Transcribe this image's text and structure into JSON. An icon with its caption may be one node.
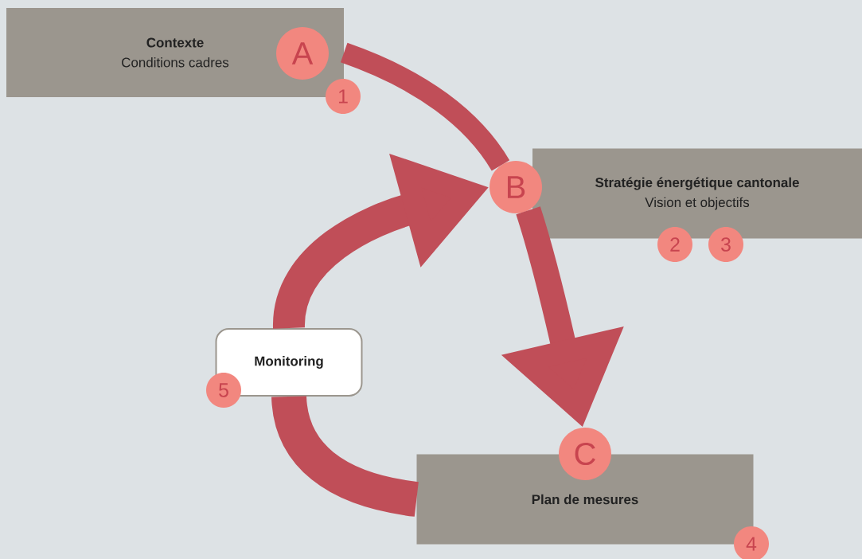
{
  "diagram": {
    "nodes": [
      {
        "text": [
          "Contexte",
          "Conditions cadres"
        ]
      },
      {
        "text": [
          "A"
        ],
        "in": 0
      },
      {
        "text": [
          "1"
        ]
      },
      {
        "text": [
          "Stratégie énergétique cantonale",
          "Vision et objectifs"
        ]
      },
      {
        "text": [
          "B"
        ]
      },
      {
        "text": [
          "2"
        ]
      },
      {
        "text": [
          "3"
        ]
      },
      {
        "text": [
          "Monitoring"
        ]
      },
      {
        "text": [
          "5"
        ]
      },
      {
        "text": [
          "Plan de mesures"
        ]
      },
      {
        "text": [
          "C"
        ]
      },
      {
        "text": [
          "4"
        ]
      }
    ],
    "edges": [
      {
        "from": 0,
        "to": 4,
        "arrow": "none"
      },
      {
        "from": 4,
        "to": 10,
        "arrow": "to"
      },
      {
        "from": 9,
        "to": 7,
        "arrow": "none"
      },
      {
        "from": 7,
        "to": 4,
        "arrow": "to"
      }
    ]
  }
}
